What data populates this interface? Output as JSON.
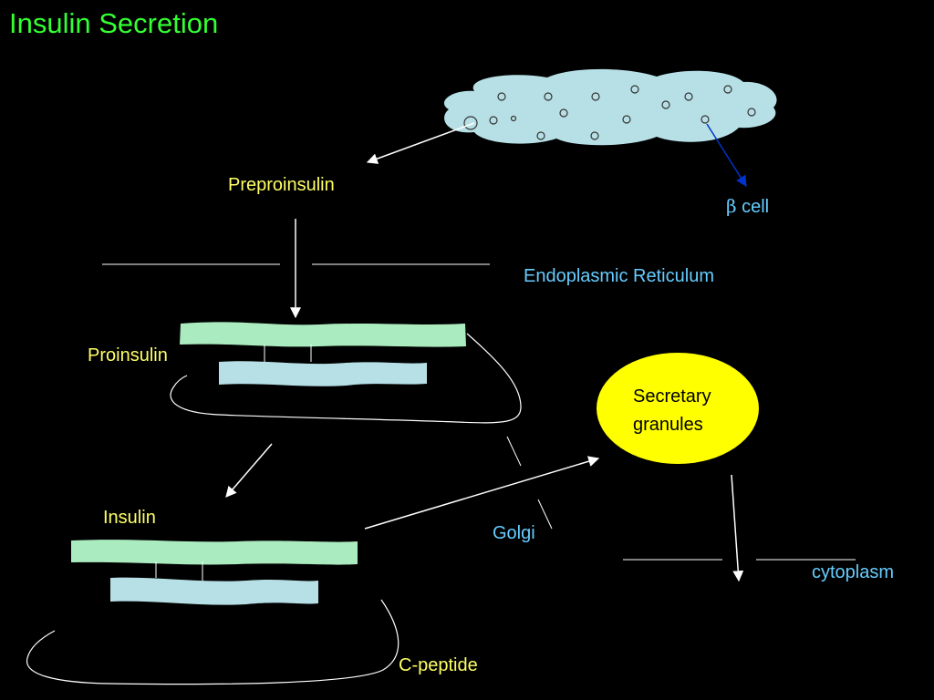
{
  "title": "Insulin Secretion",
  "colors": {
    "background": "#000000",
    "title": "#33ff33",
    "yellow_label": "#ffff66",
    "blue_label": "#66ccff",
    "cell": "#b7e0e6",
    "a_chain": "#abebc0",
    "b_chain": "#b7e0e6",
    "granule": "#ffff00",
    "line": "#ffffff",
    "beta_arrow": "#0033cc"
  },
  "labels": {
    "preproinsulin": "Preproinsulin",
    "beta_symbol": "β",
    "beta_cell": " cell",
    "endoplasmic_reticulum": "Endoplasmic Reticulum",
    "proinsulin": "Proinsulin",
    "secretary_line1": "Secretary",
    "secretary_line2": "granules",
    "insulin": "Insulin",
    "golgi": "Golgi",
    "cytoplasm": "cytoplasm",
    "c_peptide": "C-peptide"
  }
}
